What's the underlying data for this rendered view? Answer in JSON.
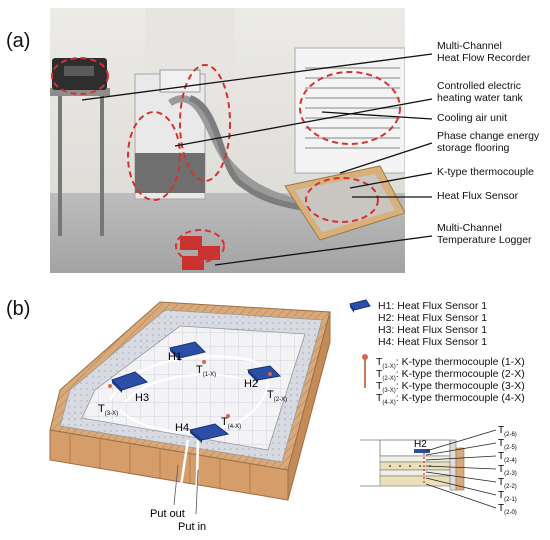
{
  "panel_a": {
    "label": "(a)",
    "callouts": [
      {
        "line1": "Multi-Channel",
        "line2": "Heat Flow Recorder"
      },
      {
        "line1": "Controlled electric",
        "line2": "heating water tank"
      },
      {
        "line1": "Cooling air unit",
        "line2": ""
      },
      {
        "line1": "Phase change energy",
        "line2": "storage flooring"
      },
      {
        "line1": "K-type thermocouple",
        "line2": ""
      },
      {
        "line1": "Heat Flux Sensor",
        "line2": ""
      },
      {
        "line1": "Multi-Channel",
        "line2": "Temperature Logger"
      }
    ]
  },
  "panel_b": {
    "label": "(b)",
    "sensor_labels": [
      "H1",
      "H2",
      "H3",
      "H4"
    ],
    "thermo_labels": {
      "t1": {
        "main": "T",
        "sub": "(1-X)"
      },
      "t2": {
        "main": "T",
        "sub": "(2-X)"
      },
      "t3": {
        "main": "T",
        "sub": "(3-X)"
      },
      "t4": {
        "main": "T",
        "sub": "(4-X)"
      }
    },
    "put_out": "Put out",
    "put_in": "Put in",
    "legend_sensors": [
      {
        "key": "H1:",
        "text": "Heat Flux Sensor 1"
      },
      {
        "key": "H2:",
        "text": "Heat Flux Sensor 1"
      },
      {
        "key": "H3:",
        "text": "Heat Flux Sensor 1"
      },
      {
        "key": "H4:",
        "text": "Heat Flux Sensor 1"
      }
    ],
    "legend_thermo": [
      {
        "sub": "(1-X)",
        "text": "K-type thermocouple (1-X)"
      },
      {
        "sub": "(2-X)",
        "text": "K-type thermocouple (2-X)"
      },
      {
        "sub": "(3-X)",
        "text": "K-type thermocouple (3-X)"
      },
      {
        "sub": "(4-X)",
        "text": "K-type thermocouple (4-X)"
      }
    ],
    "section_sensor": "H2",
    "section_labels": [
      {
        "main": "T",
        "sub": "(2-6)"
      },
      {
        "main": "T",
        "sub": "(2-5)"
      },
      {
        "main": "T",
        "sub": "(2-4)"
      },
      {
        "main": "T",
        "sub": "(2-3)"
      },
      {
        "main": "T",
        "sub": "(2-2)"
      },
      {
        "main": "T",
        "sub": "(2-1)"
      },
      {
        "main": "T",
        "sub": "(2-0)"
      }
    ],
    "colors": {
      "sensor": "#2b4fa6",
      "wood": "#d7a878",
      "insulation": "#d4d6de",
      "grid": "#f2f2f4"
    }
  }
}
